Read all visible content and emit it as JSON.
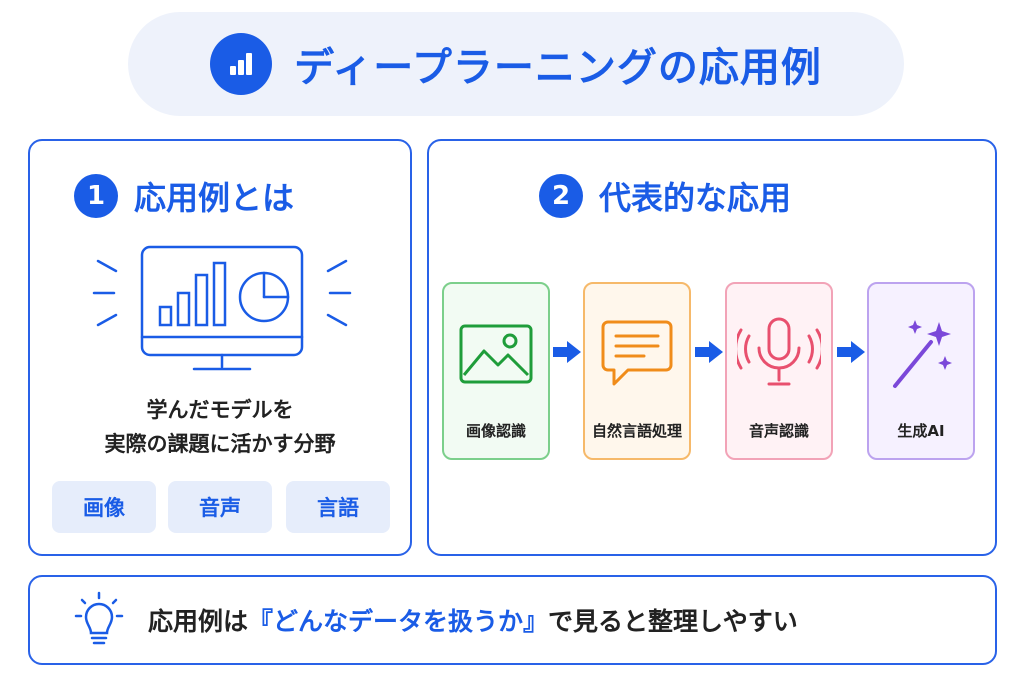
{
  "title": "ディープラーニングの応用例",
  "section1": {
    "number": "1",
    "heading": "応用例とは",
    "desc_line1": "学んだモデルを",
    "desc_line2": "実際の課題に活かす分野",
    "tags": [
      "画像",
      "音声",
      "言語"
    ]
  },
  "section2": {
    "number": "2",
    "heading": "代表的な応用",
    "steps": [
      {
        "label": "画像認識",
        "icon": "image-icon",
        "color": "#1f9d3a"
      },
      {
        "label": "自然言語処理",
        "icon": "chat-icon",
        "color": "#f08c1a"
      },
      {
        "label": "音声認識",
        "icon": "microphone-icon",
        "color": "#e8506e"
      },
      {
        "label": "生成AI",
        "icon": "magic-wand-icon",
        "color": "#7b48d9"
      }
    ]
  },
  "tip": {
    "before": "応用例は",
    "highlight": "『どんなデータを扱うか』",
    "after": "で見ると整理しやすい"
  },
  "colors": {
    "accent": "#1a5ce6",
    "pill_bg": "#eef2fb"
  }
}
